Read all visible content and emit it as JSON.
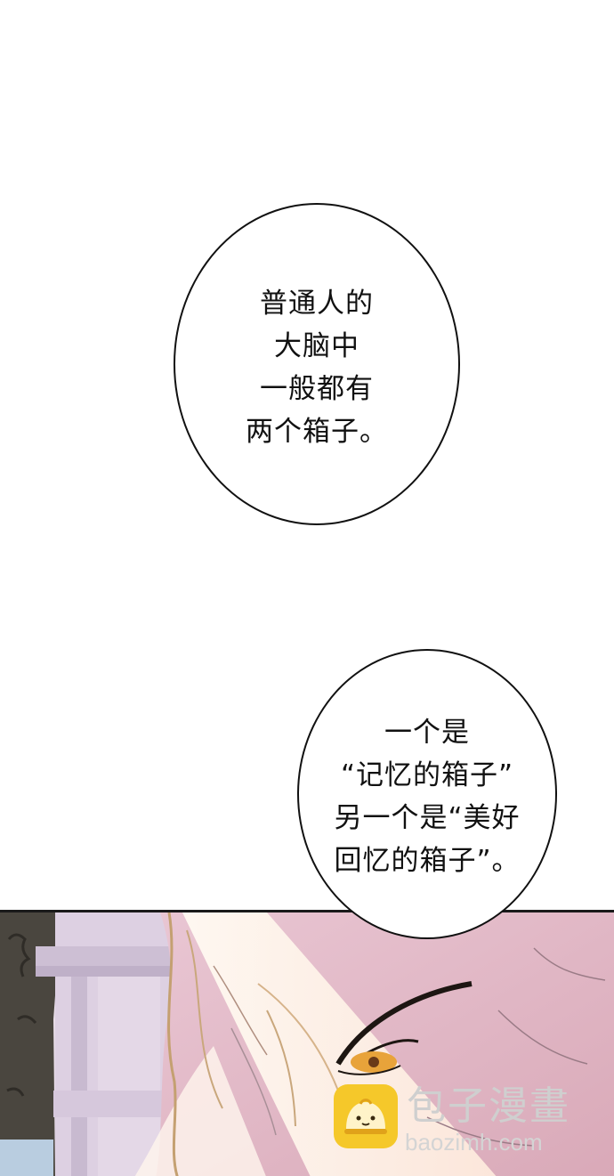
{
  "bubble_top": {
    "lines": [
      "普通人的",
      "大脑中",
      "一般都有",
      "两个箱子。"
    ]
  },
  "bubble_bottom": {
    "lines": [
      "一个是",
      "“记忆的箱子”",
      "另一个是“美好",
      "回忆的箱子”。"
    ]
  },
  "watermark": {
    "title": "包子漫畫",
    "url": "baozimh.com"
  }
}
